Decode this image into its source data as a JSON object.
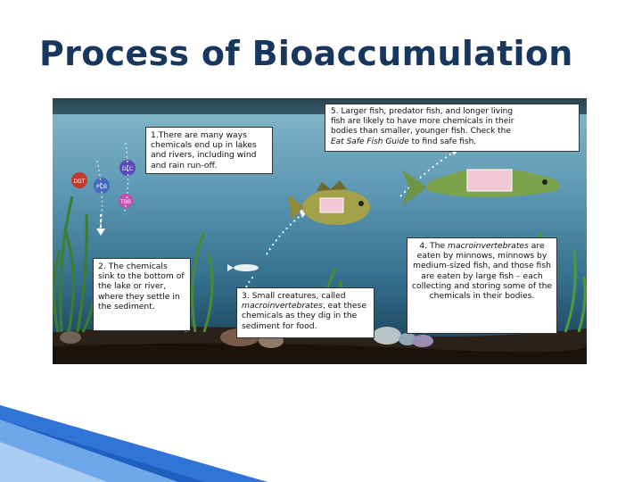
{
  "slide": {
    "title": "Process of Bioaccumulation"
  },
  "callouts": {
    "c1": "1.There are many ways chemicals end up in lakes and rivers, including wind and rain run-off.",
    "c2": "2. The chemicals sink to the bottom of the lake or river, where they settle in the sediment.",
    "c3": {
      "pre": "3. Small creatures, called ",
      "em": "macroinvertebrates",
      "post": ", eat these chemicals as they dig in the sediment for food."
    },
    "c4": {
      "pre": "4. The ",
      "em": "macroinvertebrates",
      "post": " are eaten by minnows, minnows by medium-sized fish, and those fish are eaten by large fish – each collecting and storing some of the chemicals in their bodies."
    },
    "c5": {
      "pre": "5. Larger fish, predator fish, and longer living fish are likely to have more chemicals in their bodies than smaller, younger fish. Check the ",
      "em": "Eat Safe Fish Guide",
      "post": " to find safe fish."
    }
  },
  "chemical_labels": [
    "DDT",
    "PCB",
    "TBB",
    "DLC"
  ],
  "colors": {
    "title": "#17375e",
    "water_top": "#5aa0bd",
    "water_bottom": "#1d4f6a",
    "sediment": "#2b2118",
    "arrow": "#ffffff"
  }
}
